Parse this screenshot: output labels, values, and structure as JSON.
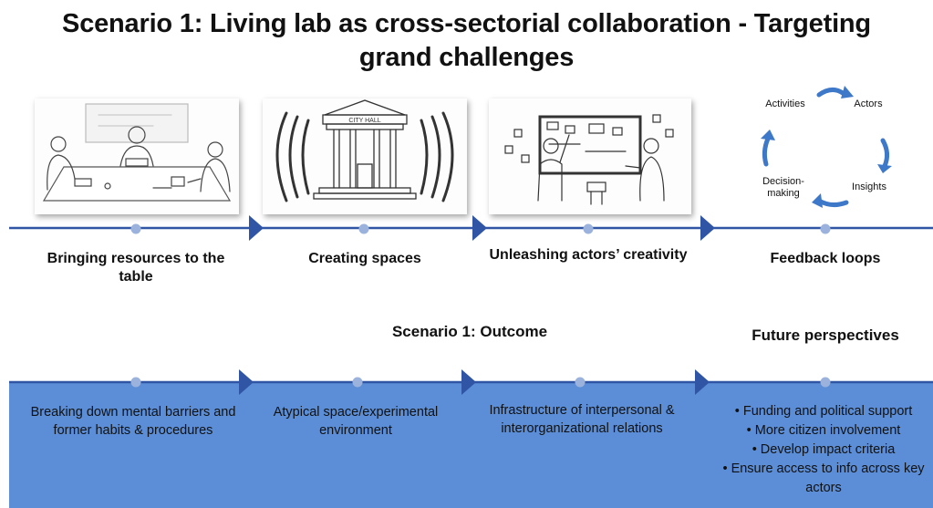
{
  "title": {
    "line1": "Scenario 1: Living lab as cross-sectorial collaboration - Targeting",
    "line2": "grand challenges"
  },
  "stages": [
    {
      "label": "Bringing resources to the table",
      "illustration": "meeting-table-sketch"
    },
    {
      "label": "Creating spaces",
      "illustration": "city-hall-sketch",
      "sign_text": "CITY HALL"
    },
    {
      "label": "Unleashing actors’ creativity",
      "illustration": "whiteboard-sketch"
    },
    {
      "label": "Feedback loops",
      "illustration": "cycle-diagram"
    }
  ],
  "feedback_cycle": {
    "nodes": [
      "Activities",
      "Actors",
      "Insights",
      "Decision-making"
    ]
  },
  "outcome": {
    "heading": "Scenario 1: Outcome",
    "items": [
      "Breaking down mental barriers and former habits & procedures",
      "Atypical space/experimental environment",
      "Infrastructure of interpersonal & interorganizational relations"
    ]
  },
  "future": {
    "heading": "Future perspectives",
    "items": [
      "• Funding and political support",
      "• More citizen involvement",
      "• Develop impact criteria",
      "• Ensure access to info across key actors"
    ]
  },
  "colors": {
    "timeline_dark": "#2f55a4",
    "dot": "#9bb3dc",
    "band": "#5b8ed6",
    "cycle_arrow": "#3e78c9",
    "sketch": "#444444"
  }
}
